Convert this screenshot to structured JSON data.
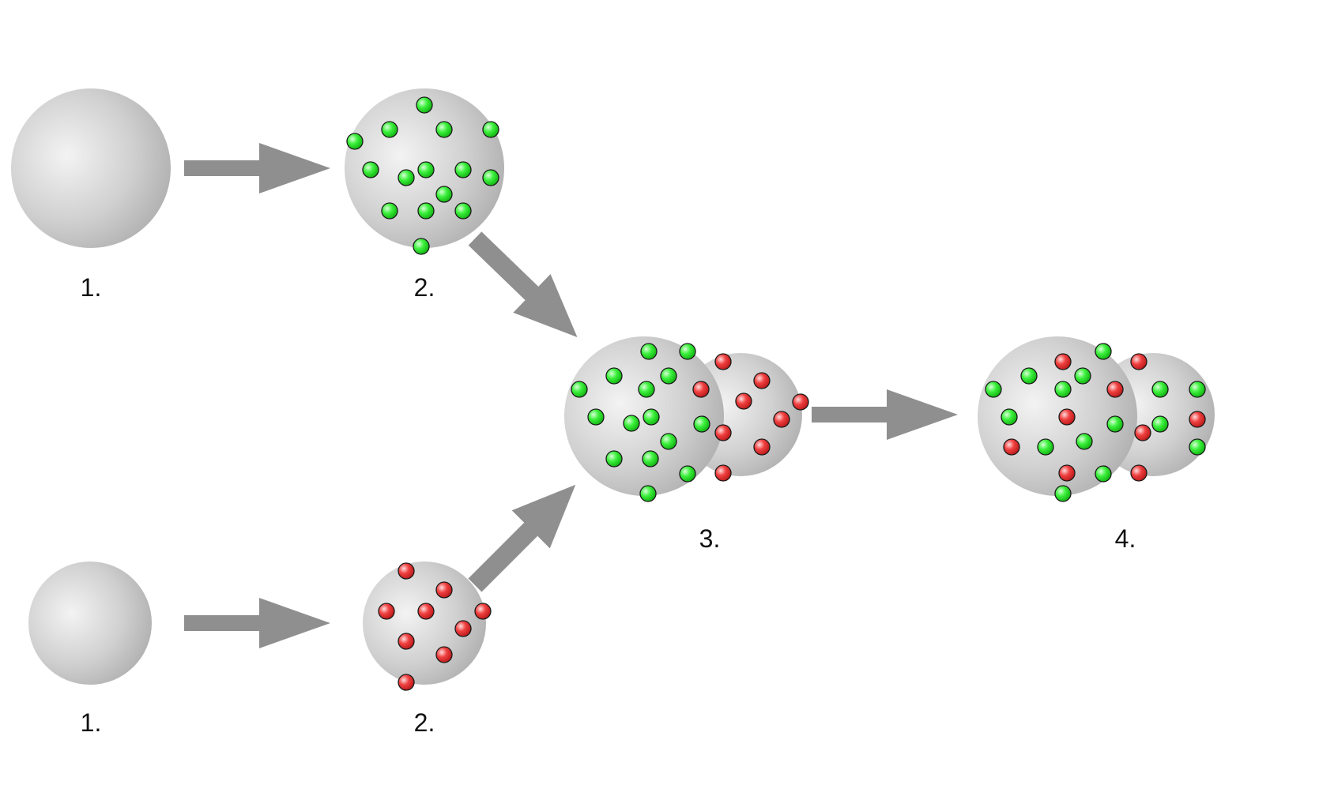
{
  "labels": {
    "top_cell_initial": "1.",
    "top_cell_labeled": "2.",
    "bottom_cell_initial": "1.",
    "bottom_cell_labeled": "2.",
    "fused_cells": "3.",
    "mixed_cells": "4."
  },
  "colors": {
    "cell_center": "#f2f2f2",
    "cell_mid": "#cfcfcf",
    "cell_edge": "#a8a8a8",
    "arrow": "#8f8f8f",
    "green_marker": "#22e022",
    "red_marker": "#e83030",
    "marker_outline": "#1a1a1a"
  }
}
